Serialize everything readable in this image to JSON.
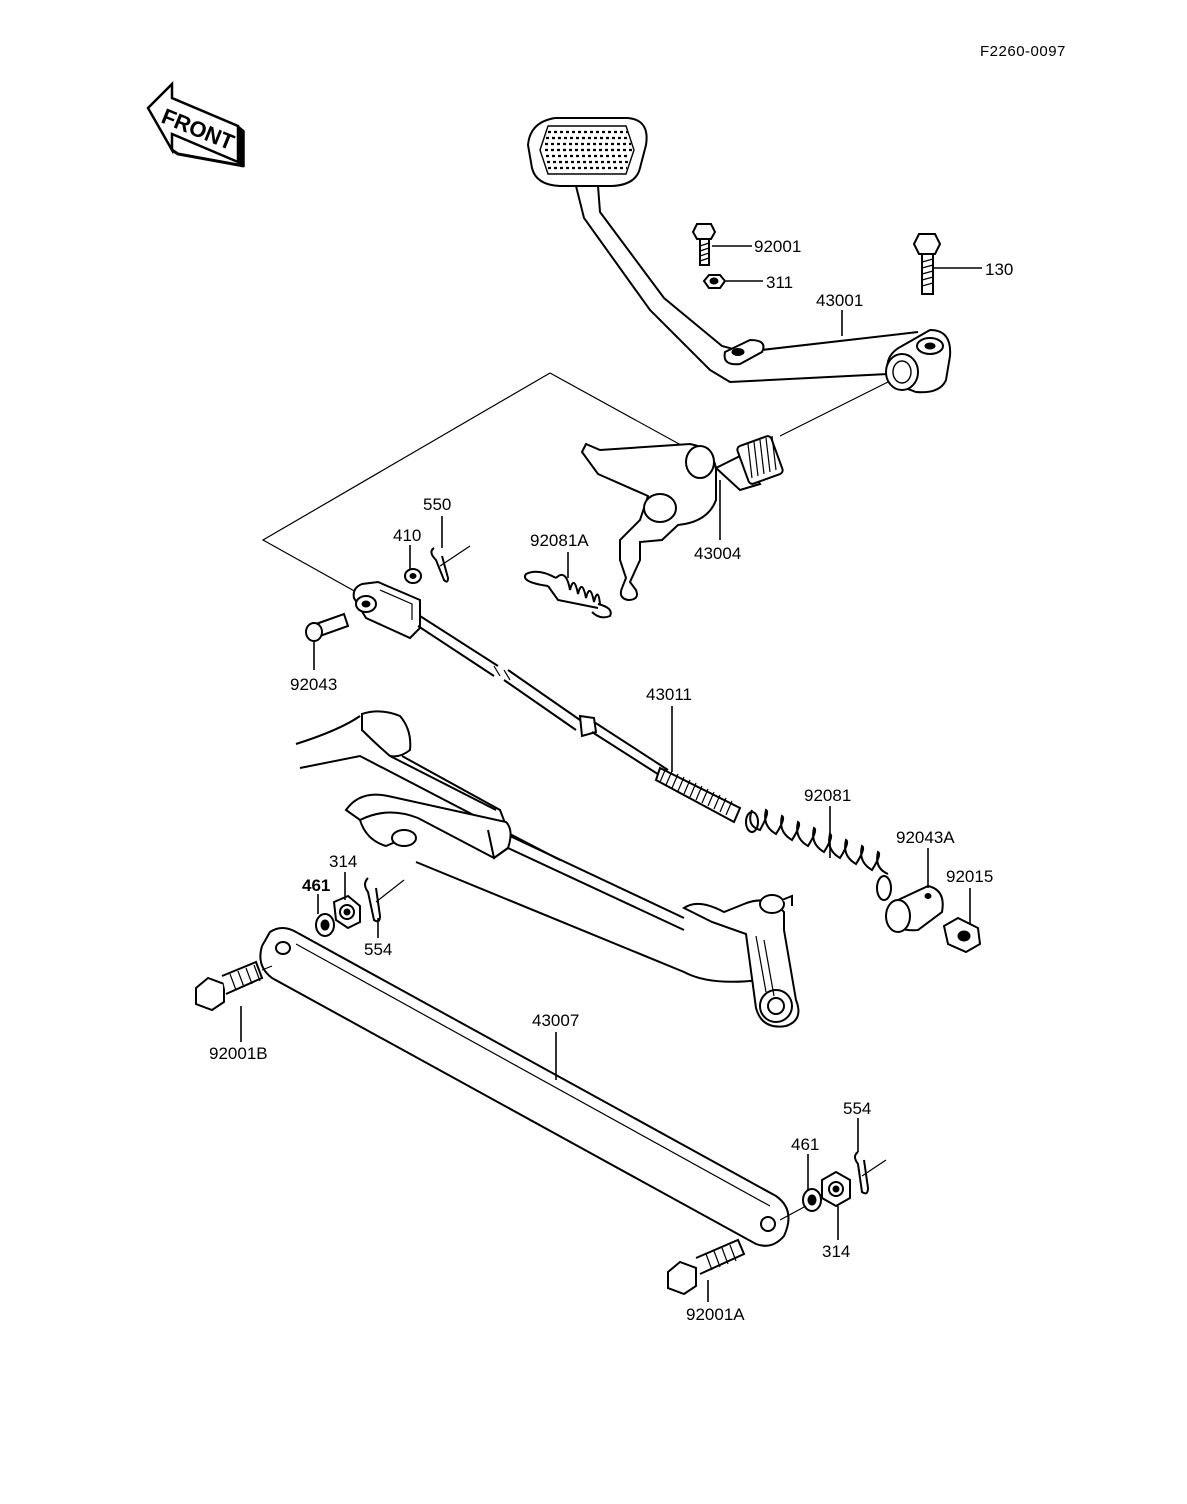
{
  "drawing_code": "F2260-0097",
  "front_indicator": "FRONT",
  "callouts": {
    "c92001": "92001",
    "c130": "130",
    "c311": "311",
    "c43001": "43001",
    "c550": "550",
    "c410": "410",
    "c92081A": "92081A",
    "c43004": "43004",
    "c92043": "92043",
    "c43011": "43011",
    "c92081": "92081",
    "c92043A": "92043A",
    "c92015": "92015",
    "c314a": "314",
    "c461a": "461",
    "c554a": "554",
    "c92001B": "92001B",
    "c43007": "43007",
    "c554b": "554",
    "c461b": "461",
    "c314b": "314",
    "c92001A": "92001A"
  }
}
